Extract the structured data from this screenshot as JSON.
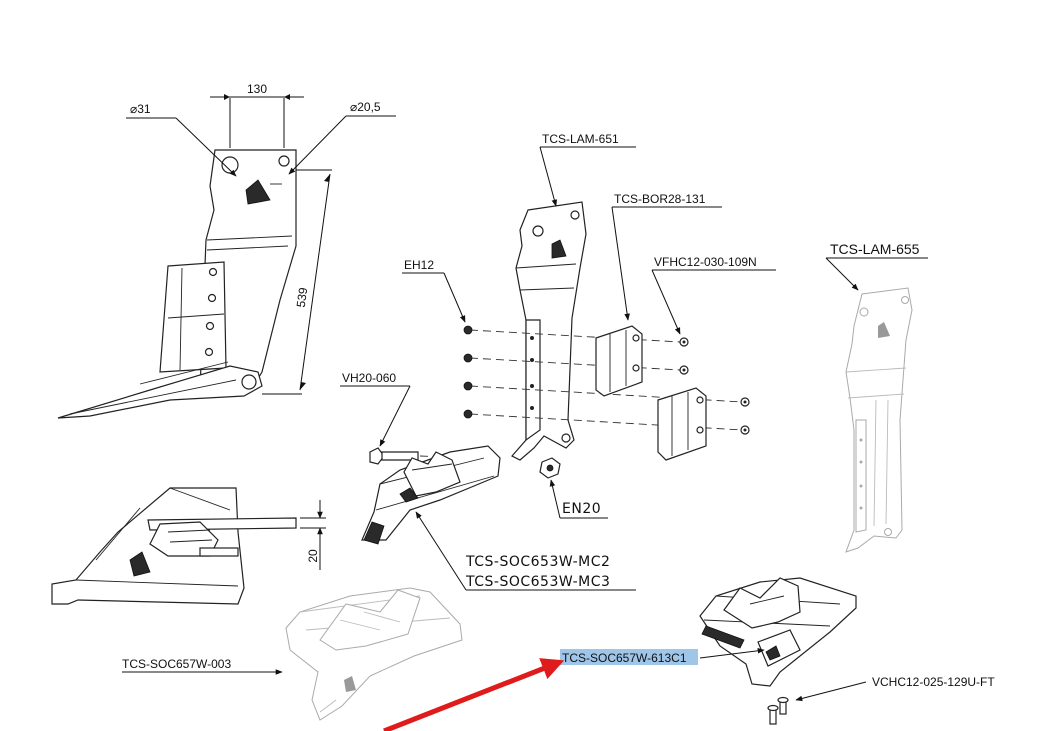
{
  "dimensions": {
    "width_130": "130",
    "dia_31": "⌀31",
    "dia_20_5": "⌀20,5",
    "height_539": "539",
    "gap_20": "20"
  },
  "labels": {
    "lam651": "TCS-LAM-651",
    "bor28": "TCS-BOR28-131",
    "vfhc12": "VFHC12-030-109N",
    "eh12": "EH12",
    "lam655": "TCS-LAM-655",
    "vh20": "VH20-060",
    "en20": "EN20",
    "soc653_mc2": "TCS-SOC653W-MC2",
    "soc653_mc3": "TCS-SOC653W-MC3",
    "soc657_003": "TCS-SOC657W-003",
    "soc657_613": "TCS-SOC657W-613C1",
    "vchc12": "VCHC12-025-129U-FT"
  },
  "colors": {
    "highlight": "#9fc5e8",
    "arrow": "#e01b1b",
    "line": "#222222"
  }
}
